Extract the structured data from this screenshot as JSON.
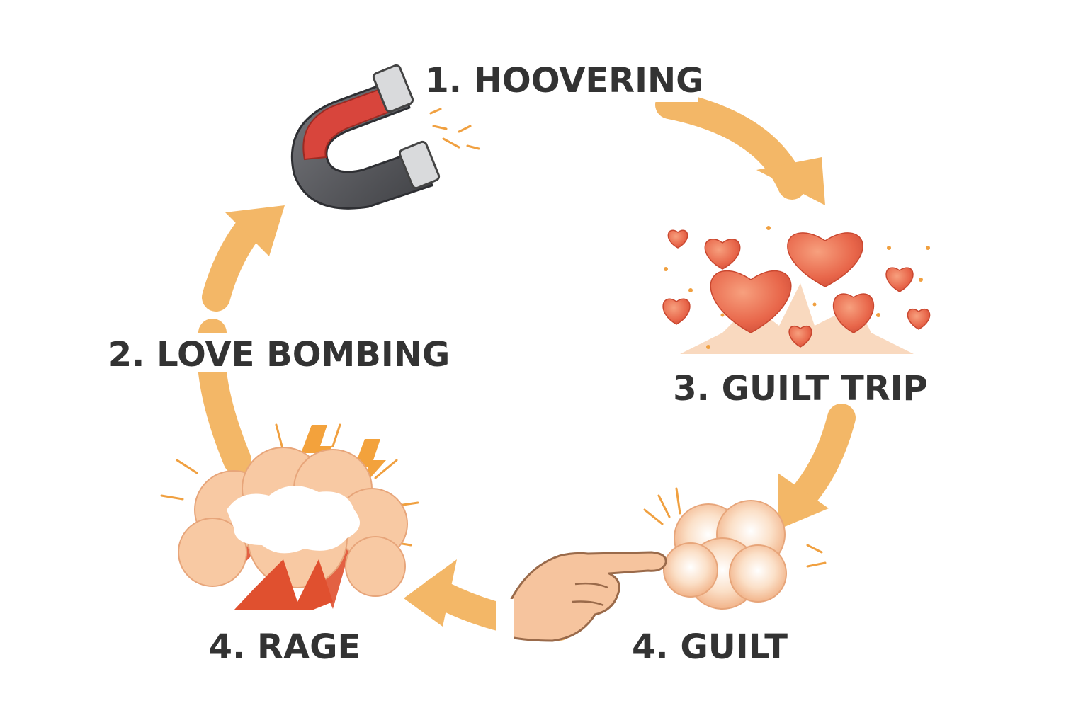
{
  "diagram": {
    "type": "cycle",
    "stages": [
      {
        "id": "hoovering",
        "label": "1. HOOVERING",
        "icon": "magnet-icon"
      },
      {
        "id": "guilt-trip",
        "label": "3. GUILT TRIP",
        "icon": "hearts-burst-icon"
      },
      {
        "id": "guilt",
        "label": "4. GUILT",
        "icon": "pointing-hand-cloud-icon"
      },
      {
        "id": "rage",
        "label": "4. RAGE",
        "icon": "explosion-icon"
      },
      {
        "id": "love-bombing",
        "label": "2. LOVE BOMBING",
        "icon": ""
      }
    ],
    "flow": [
      "hoovering",
      "guilt-trip",
      "guilt",
      "rage",
      "love-bombing",
      "hoovering"
    ]
  },
  "colors": {
    "arrow": "#F3B767",
    "arrow_stroke": "#E9A54E",
    "text": "#333333",
    "magnet_red": "#D8453C",
    "magnet_gray": "#56575B",
    "heart": "#E8664A",
    "explosion_fill": "#F8C9A3",
    "explosion_core": "#E0502F",
    "spark": "#F0A040",
    "skin": "#F6C49E"
  }
}
